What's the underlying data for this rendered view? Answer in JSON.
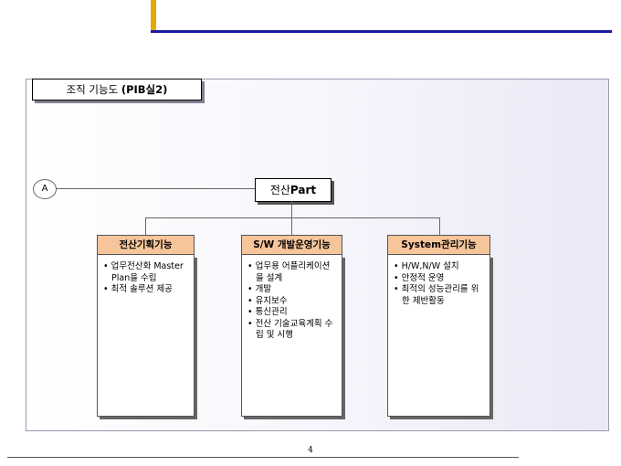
{
  "title": {
    "prefix": "조직 기능도 ",
    "bold": "(PIB실2)"
  },
  "connector": {
    "label": "A"
  },
  "root": {
    "prefix": "전산",
    "bold": "Part"
  },
  "functions": [
    {
      "title": "전산기획기능",
      "items": [
        "업무전산화 Master Plan을 수립",
        "최적 솔루션 제공"
      ]
    },
    {
      "title": "S/W 개발운영기능",
      "items": [
        "업무용 어플리케이션을 설계",
        "개발",
        "유지보수",
        "통신관리",
        "전산 기술교육계획 수립 및 시행"
      ]
    },
    {
      "title": "System관리기능",
      "items": [
        "H/W,N/W 설치",
        "안정적 운영",
        "최적의 성능관리를 위한 제반활동"
      ]
    }
  ],
  "page_number": "4"
}
